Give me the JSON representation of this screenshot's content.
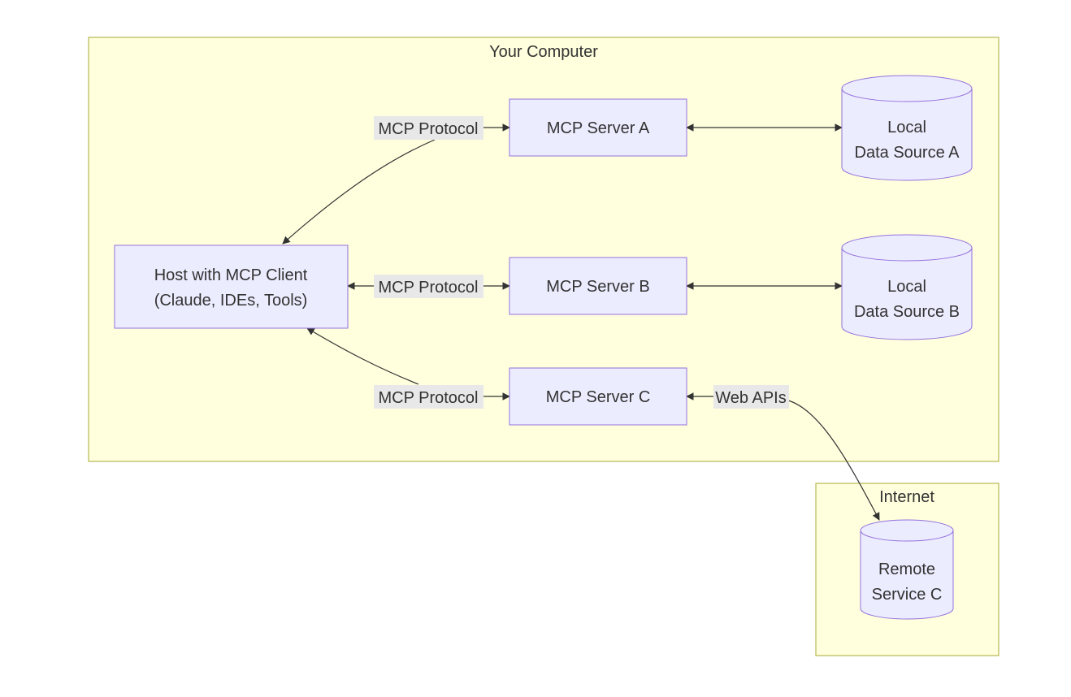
{
  "clusters": {
    "computer": "Your Computer",
    "internet": "Internet"
  },
  "nodes": {
    "host": [
      "Host with MCP Client",
      "(Claude, IDEs, Tools)"
    ],
    "server_a": "MCP Server A",
    "server_b": "MCP Server B",
    "server_c": "MCP Server C",
    "data_a": [
      "Local",
      "Data Source A"
    ],
    "data_b": [
      "Local",
      "Data Source B"
    ],
    "remote_c": [
      "Remote",
      "Service C"
    ]
  },
  "edges": {
    "host_a": "MCP Protocol",
    "host_b": "MCP Protocol",
    "host_c": "MCP Protocol",
    "c_remote": "Web APIs"
  }
}
